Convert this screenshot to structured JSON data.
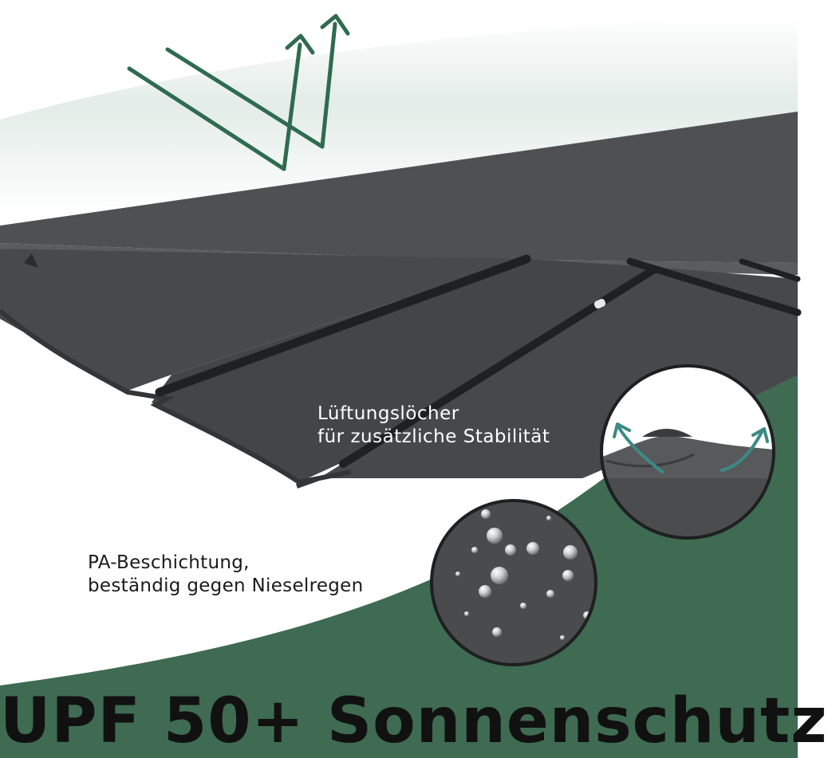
{
  "labels": {
    "vent": {
      "line1": "Lüftungslöcher",
      "line2": "für zusätzliche Stabilität"
    },
    "coating": {
      "line1": "PA-Beschichtung,",
      "line2": "beständig gegen Nieselregen"
    }
  },
  "headline": "UPF 50+ Sonnenschutz",
  "colors": {
    "background": "#ffffff",
    "accent_green": "#3e6b51",
    "canopy": "#4a4b4d",
    "canopy_dark": "#3b3c3e",
    "rib": "#1f2022",
    "arrow_green": "#2f6b4e",
    "arrow_teal": "#3a8a86"
  },
  "icons": {
    "wind_arrows": "wind-flow-arrows-icon",
    "vent_inset": "vent-detail-circle",
    "water_inset": "water-droplets-circle"
  }
}
